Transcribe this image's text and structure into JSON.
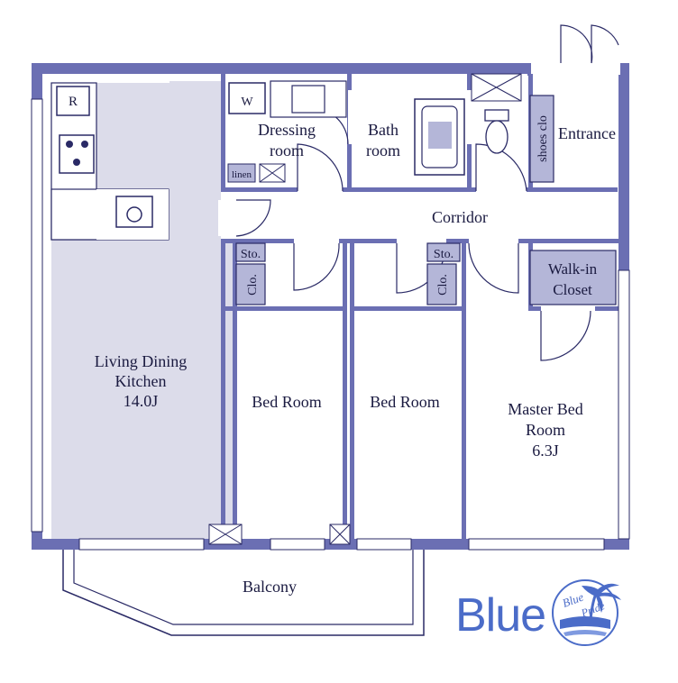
{
  "rooms": {
    "ldk_line1": "Living Dining",
    "ldk_line2": "Kitchen",
    "ldk_size": "14.0J",
    "dressing_line1": "Dressing",
    "dressing_line2": "room",
    "bath_line1": "Bath",
    "bath_line2": "room",
    "entrance": "Entrance",
    "corridor": "Corridor",
    "bed1": "Bed Room",
    "bed2": "Bed Room",
    "master_line1": "Master Bed",
    "master_line2": "Room",
    "master_size": "6.3J",
    "walkin_line1": "Walk-in",
    "walkin_line2": "Closet",
    "balcony": "Balcony"
  },
  "fixtures": {
    "refrigerator": "R",
    "washer": "W",
    "linen": "linen",
    "storage1": "Sto.",
    "storage2": "Sto.",
    "closet1": "Clo.",
    "closet2": "Clo.",
    "shoes": "shoes clo"
  },
  "logo": {
    "text": "Blue",
    "badge_line1": "Blue",
    "badge_line2": "Pride"
  },
  "colors": {
    "wall": "#6b6fb3",
    "floor_fill": "#dcdcea",
    "storage_fill": "#b4b6d8",
    "line": "#2a2a66",
    "logo": "#4b6cc8"
  }
}
